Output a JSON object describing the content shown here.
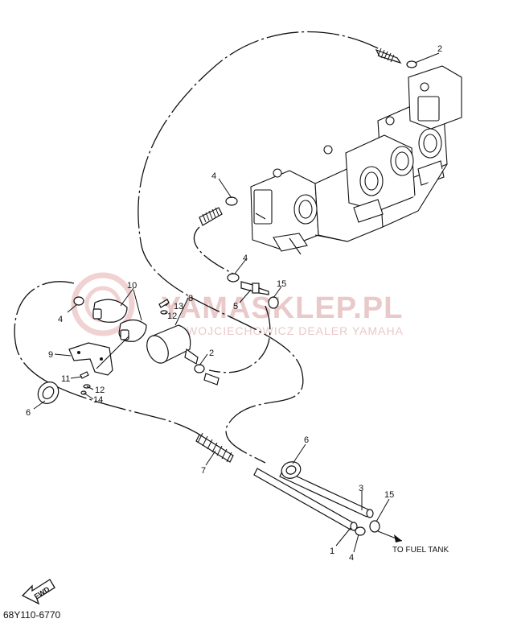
{
  "watermark": {
    "main": "YAMASKLEP.PL",
    "sub": "WOJCIECHOWICZ DEALER YAMAHA"
  },
  "callouts": [
    {
      "id": "c1",
      "label": "1"
    },
    {
      "id": "c2a",
      "label": "2"
    },
    {
      "id": "c2b",
      "label": "2"
    },
    {
      "id": "c3",
      "label": "3"
    },
    {
      "id": "c4a",
      "label": "4"
    },
    {
      "id": "c4b",
      "label": "4"
    },
    {
      "id": "c4c",
      "label": "4"
    },
    {
      "id": "c4d",
      "label": "4"
    },
    {
      "id": "c5",
      "label": "5"
    },
    {
      "id": "c6a",
      "label": "6"
    },
    {
      "id": "c6b",
      "label": "6"
    },
    {
      "id": "c7",
      "label": "7"
    },
    {
      "id": "c8",
      "label": "8"
    },
    {
      "id": "c9",
      "label": "9"
    },
    {
      "id": "c10",
      "label": "10"
    },
    {
      "id": "c11",
      "label": "11"
    },
    {
      "id": "c12a",
      "label": "12"
    },
    {
      "id": "c12b",
      "label": "12"
    },
    {
      "id": "c13",
      "label": "13"
    },
    {
      "id": "c14",
      "label": "14"
    },
    {
      "id": "c15a",
      "label": "15"
    },
    {
      "id": "c15b",
      "label": "15"
    }
  ],
  "direction_label": "TO FUEL TANK",
  "fwd_badge": "FWD",
  "diagram_code": "68Y110-6770"
}
